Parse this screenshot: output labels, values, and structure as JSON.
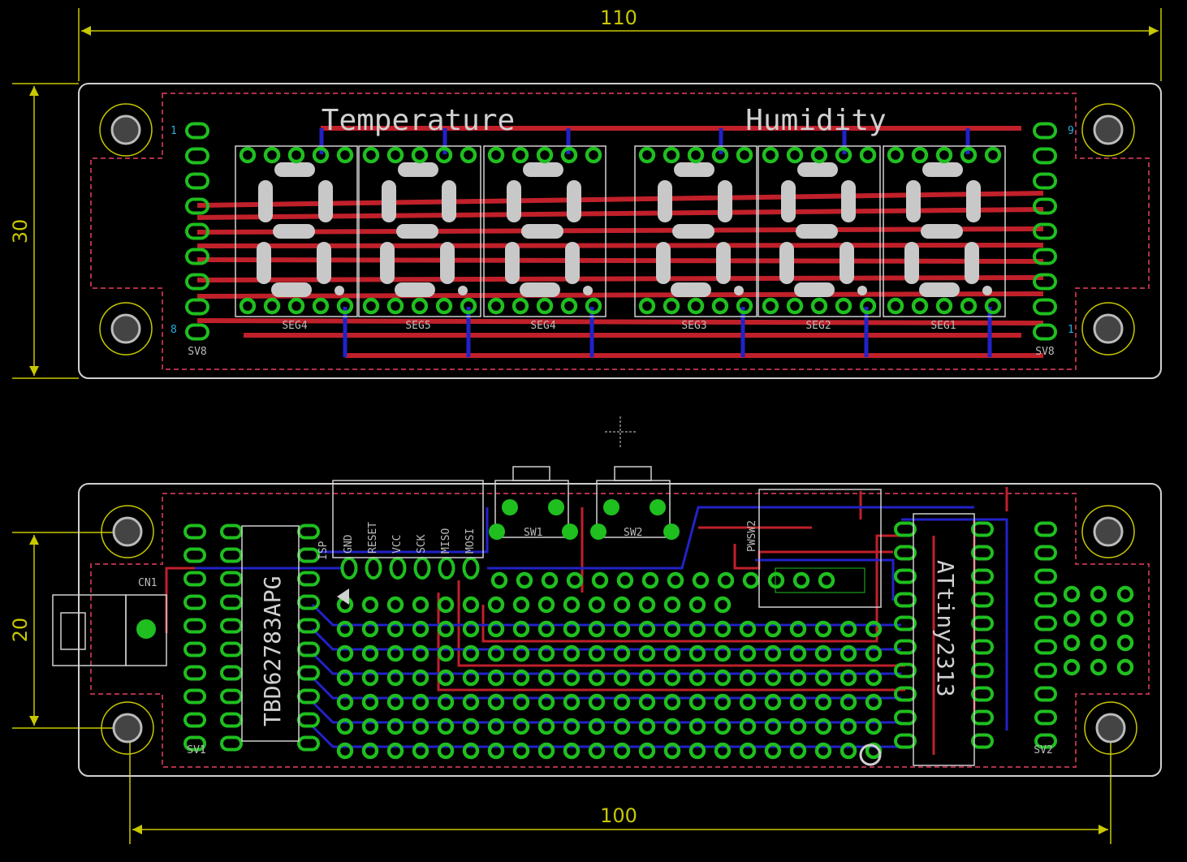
{
  "dimensions": {
    "top_width": "110",
    "top_height": "30",
    "bottom_height": "20",
    "bottom_hole_spacing": "100"
  },
  "top_board": {
    "title_left": "Temperature",
    "title_right": "Humidity",
    "displays": [
      "SEG4",
      "SEG5",
      "SEG4",
      "SEG3",
      "SEG2",
      "SEG1"
    ],
    "connector_left": "SV8",
    "connector_right": "SV8",
    "pin_markers": [
      "1",
      "8",
      "9",
      "1"
    ]
  },
  "bottom_board": {
    "driver_ic": "TBD62783APG",
    "mcu": "ATtiny2313",
    "isp_header": "ISP",
    "isp_pins": [
      "GND",
      "RESET",
      "VCC",
      "SCK",
      "MISO",
      "MOSI"
    ],
    "switches": [
      "SW1",
      "SW2"
    ],
    "connector": "CN1",
    "headers": [
      "SV1",
      "SV2"
    ],
    "power_switch": "PWSW2"
  },
  "colors": {
    "background": "#000000",
    "outline": "#d0d0d0",
    "dimension": "#c8c800",
    "top_copper": "#c0202a",
    "bottom_copper": "#2222c8",
    "pad": "#1fbf1f",
    "silkscreen": "#d0d0d0",
    "restrict": "#b0304a"
  }
}
